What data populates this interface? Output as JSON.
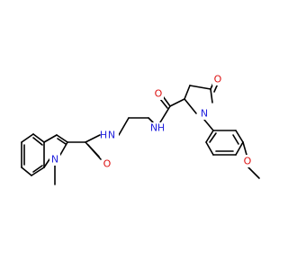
{
  "colors": {
    "bond": "#000000",
    "carbon_label": "#000000",
    "nitrogen": "#2222dd",
    "oxygen": "#dd1111"
  },
  "atom_labels": {
    "indole_n": "N",
    "amide1_o": "O",
    "amide1_n": "N",
    "amide1_h": "H",
    "amide2_n": "N",
    "amide2_h": "H",
    "amide2_o": "O",
    "lactam_o": "O",
    "pyrrolidine_n": "N",
    "methoxy_o": "O"
  }
}
